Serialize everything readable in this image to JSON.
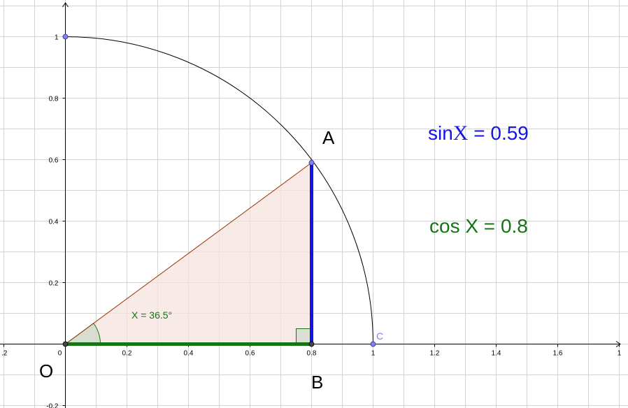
{
  "axes": {
    "x_ticks": [
      ".2",
      "0",
      "0.2",
      "0.4",
      "0.6",
      "0.8",
      "1",
      "1.2",
      "1.4",
      "1.6",
      "1"
    ],
    "x_tick_values": [
      -0.2,
      0,
      0.2,
      0.4,
      0.6,
      0.8,
      1,
      1.2,
      1.4,
      1.6,
      1.8
    ],
    "y_ticks": [
      "1",
      "0.8",
      "0.6",
      "0.4",
      "0.2",
      "-0.2"
    ],
    "y_tick_values": [
      1,
      0.8,
      0.6,
      0.4,
      0.2,
      -0.2
    ],
    "grid": true
  },
  "points": {
    "O": {
      "label": "O",
      "x": 0,
      "y": 0
    },
    "A": {
      "label": "A",
      "x": 0.8,
      "y": 0.59
    },
    "B": {
      "label": "B",
      "x": 0.8,
      "y": 0
    },
    "C": {
      "label": "C",
      "x": 1,
      "y": 0
    },
    "top": {
      "x": 0,
      "y": 1
    }
  },
  "angle": {
    "label": "X = 36.5°",
    "degrees": 36.5
  },
  "formulas": {
    "sin_prefix": "sin",
    "sin_var": "X",
    "sin_value": " = 0.59",
    "cos_text": "cos X = 0.8"
  },
  "colors": {
    "sin": "#1414e6",
    "cos": "#157515",
    "angle": "#157515",
    "point": "#7f7fff",
    "triangle_fill": "#f5e3de",
    "hypotenuse": "#993300",
    "arc": "#000000"
  }
}
